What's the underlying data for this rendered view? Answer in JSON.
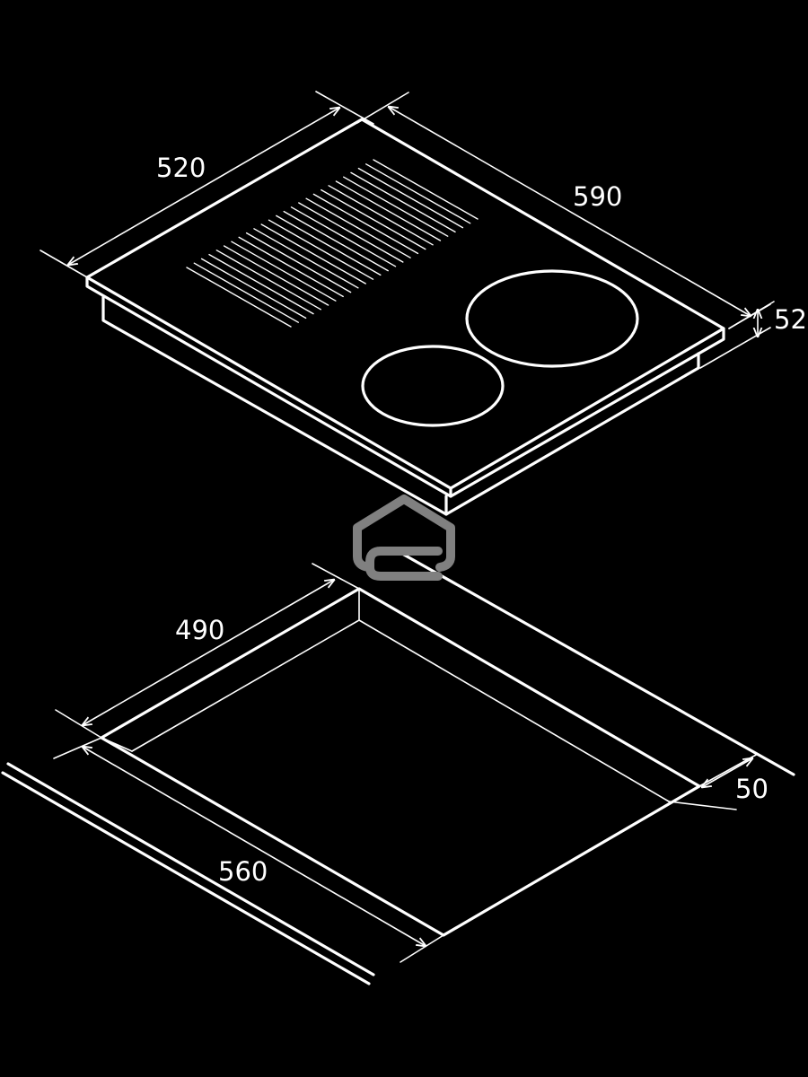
{
  "colors": {
    "background": "#000000",
    "line": "#ffffff",
    "logo": "#808080"
  },
  "hob": {
    "dimensions": {
      "depth": "520",
      "width": "590",
      "height": "52"
    },
    "zones": [
      "large-burner",
      "small-burner"
    ],
    "vent_slats": 26
  },
  "cutout": {
    "dimensions": {
      "depth": "490",
      "width": "560",
      "clearance": "50"
    }
  },
  "watermark": {
    "icon": "house-logo-icon"
  }
}
